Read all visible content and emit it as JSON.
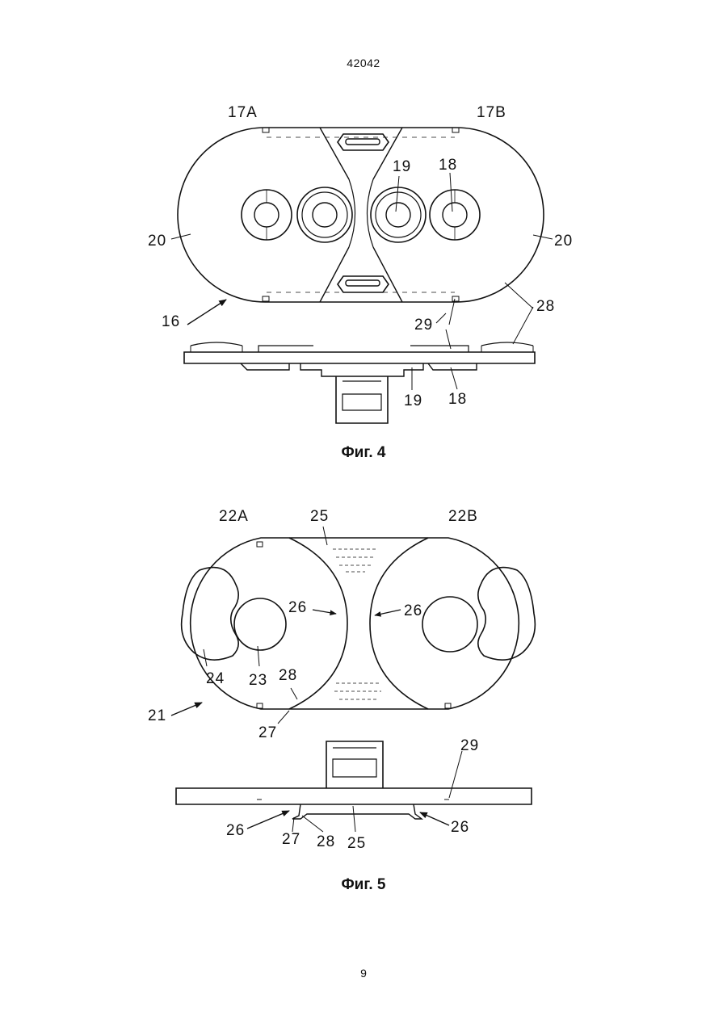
{
  "document": {
    "patent_number": "42042",
    "page_number": "9"
  },
  "figure4": {
    "caption": "Фиг. 4",
    "labels": {
      "l17a": "17A",
      "l17b": "17B",
      "l19": "19",
      "l18": "18",
      "l20_left": "20",
      "l20_right": "20",
      "l16": "16",
      "l29": "29",
      "l28": "28",
      "l19_side": "19",
      "l18_side": "18"
    }
  },
  "figure5": {
    "caption": "Фиг. 5",
    "labels": {
      "l22a": "22A",
      "l25": "25",
      "l22b": "22B",
      "l26_left": "26",
      "l26_right": "26",
      "l24": "24",
      "l23": "23",
      "l28": "28",
      "l21": "21",
      "l27": "27",
      "l29": "29",
      "l26_side_left": "26",
      "l26_side_right": "26",
      "l27_side": "27",
      "l28_side": "28",
      "l25_side": "25"
    }
  }
}
